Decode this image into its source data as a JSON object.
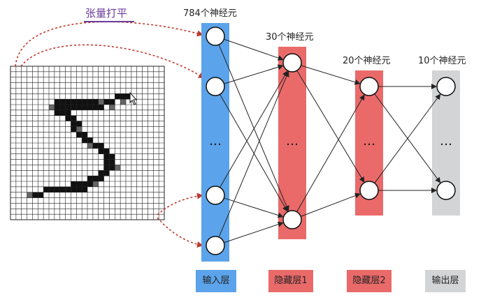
{
  "flatten_label": "张量打平",
  "layers": [
    {
      "count_label": "784个神经元",
      "tag": "输入层",
      "color": "#5ba3ea"
    },
    {
      "count_label": "30个神经元",
      "tag": "隐藏层1",
      "color": "#ea6a6a"
    },
    {
      "count_label": "20个神经元",
      "tag": "隐藏层2",
      "color": "#ea6a6a"
    },
    {
      "count_label": "10个神经元",
      "tag": "输出层",
      "color": "#d2d4d6"
    }
  ],
  "ellipsis": "…",
  "colors": {
    "arrow_red": "#c0392b",
    "flatten_purple": "#6a3d9a"
  },
  "icons": [
    "mouse-cursor-icon"
  ]
}
